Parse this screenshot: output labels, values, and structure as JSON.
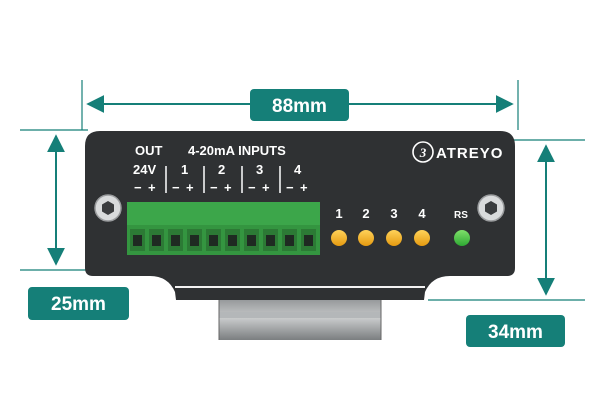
{
  "dimensions": {
    "width_label": "88mm",
    "height_left_label": "25mm",
    "height_right_label": "34mm"
  },
  "device": {
    "brand": "ATREYO",
    "out_label": "OUT",
    "inputs_label": "4-20mA INPUTS",
    "voltage_label": "24V",
    "channel_numbers": [
      "1",
      "2",
      "3",
      "4"
    ],
    "terminal_signs": [
      "−",
      "+",
      "−",
      "+",
      "−",
      "+",
      "−",
      "+",
      "−",
      "+"
    ],
    "led_labels": [
      "1",
      "2",
      "3",
      "4"
    ],
    "reset_label": "RS"
  },
  "colors": {
    "dimension_teal": "#157f78",
    "panel": "#2f3133",
    "terminal_green": "#3ca64a",
    "led_amber": "#f0b020",
    "led_green": "#3fbf3f"
  },
  "icons": {
    "logo": "atreyo-logo-icon",
    "screw": "hex-screw-icon"
  }
}
